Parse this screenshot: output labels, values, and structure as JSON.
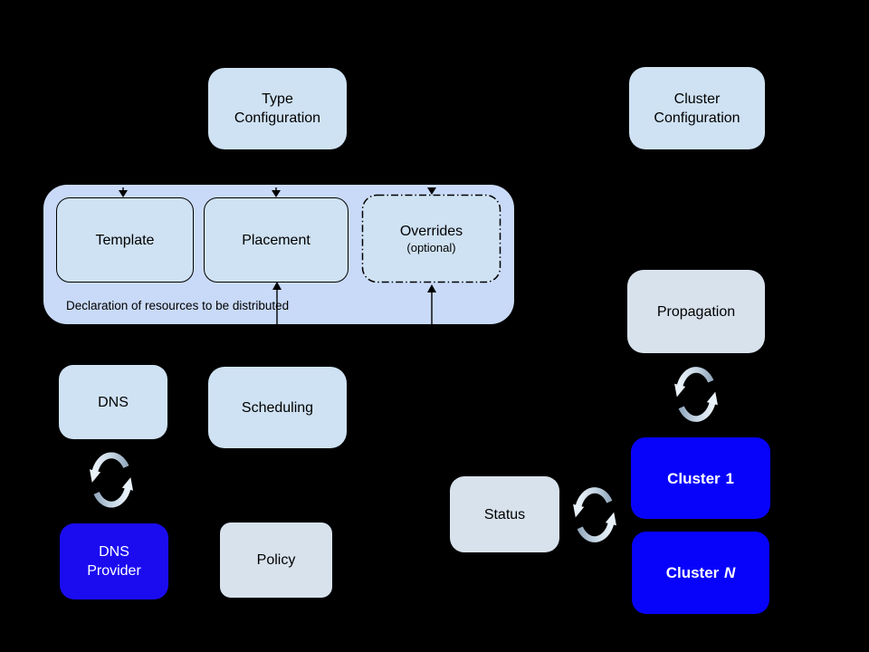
{
  "diagram": {
    "nodes": {
      "type_configuration": {
        "line1": "Type",
        "line2": "Configuration"
      },
      "cluster_configuration": {
        "line1": "Cluster",
        "line2": "Configuration"
      },
      "template": {
        "label": "Template"
      },
      "placement": {
        "label": "Placement"
      },
      "overrides": {
        "label": "Overrides",
        "note": "(optional)"
      },
      "declaration_group": {
        "caption": "Declaration of resources to be distributed"
      },
      "dns": {
        "label": "DNS"
      },
      "scheduling": {
        "label": "Scheduling"
      },
      "dns_provider": {
        "line1": "DNS",
        "line2": "Provider"
      },
      "policy": {
        "label": "Policy"
      },
      "propagation": {
        "label": "Propagation"
      },
      "status": {
        "label": "Status"
      },
      "cluster_1": {
        "prefix": "Cluster",
        "id": "1"
      },
      "cluster_n": {
        "prefix": "Cluster",
        "id": "N"
      }
    },
    "icons": {
      "sync": "circular-sync-arrows"
    },
    "colors": {
      "canvas_bg": "#000000",
      "group_fill": "#c9daf8",
      "node_fill_light_blue": "#cfe2f3",
      "node_fill_light_gray": "#d8e2ed",
      "cluster_fill": "#0703fb",
      "dns_provider_fill": "#1b0cf0",
      "text_dark": "#000000",
      "text_light": "#ffffff",
      "connector": "#000000",
      "sync_arrow_light": "#e9f1f9",
      "sync_arrow_dark": "#96abbf"
    }
  }
}
